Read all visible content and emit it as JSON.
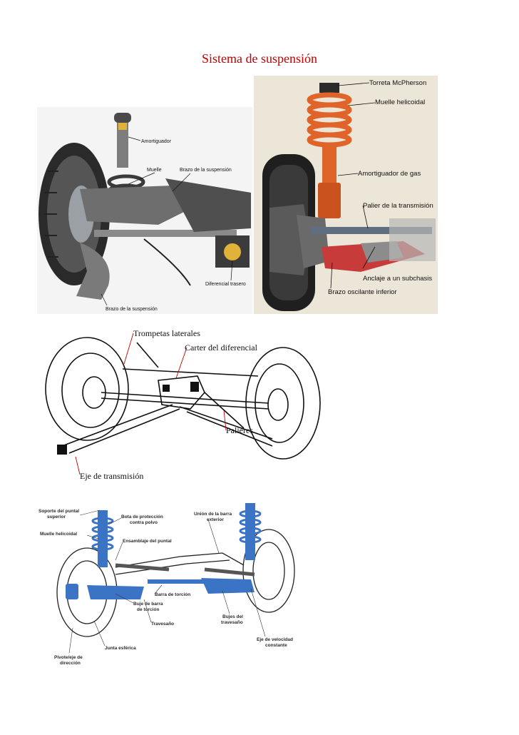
{
  "document": {
    "title": "Sistema de suspensión",
    "title_color": "#c00000"
  },
  "figure1": {
    "labels": {
      "shock": "Amortiguador",
      "spring": "Muelle",
      "arm": "Brazo de la suspensión",
      "diff": "Diferencial trasero",
      "arm_bottom": "Brazo de la suspensión"
    }
  },
  "figure2": {
    "labels": {
      "tower": "Torreta McPherson",
      "coil": "Muelle helicoidal",
      "gas_shock": "Amortiguador de gas",
      "halfshaft": "Palier de la transmisión",
      "subframe": "Anclaje a un subchasis",
      "lower_arm": "Brazo oscilante inferior"
    },
    "colors": {
      "spring": "#e0632a",
      "background": "#ece6d8"
    }
  },
  "figure3": {
    "labels": {
      "trumpets": "Trompetas laterales",
      "carter": "Carter del diferencial",
      "palieres": "Palieres",
      "eje": "Eje de transmisión"
    }
  },
  "figure4": {
    "labels": {
      "soporte_1": "Soporte del puntal",
      "soporte_2": "superior",
      "bota_1": "Bota de protección",
      "bota_2": "contra polvo",
      "union_1": "Unión de la barra",
      "union_2": "exterior",
      "muelle": "Muelle helicoidal",
      "ensamblaje": "Ensamblaje del puntal",
      "barra": "Barra de torción",
      "buje_1": "Buje de barra",
      "buje_2": "de torción",
      "bujes_1": "Bujes del",
      "bujes_2": "travesaño",
      "travesano": "Travesaño",
      "eje_1": "Eje de velocidad",
      "eje_2": "constante",
      "junta": "Junta esférica",
      "pivote_1": "Pivote/eje de",
      "pivote_2": "dirección"
    },
    "colors": {
      "parts": "#3b74c4"
    }
  }
}
